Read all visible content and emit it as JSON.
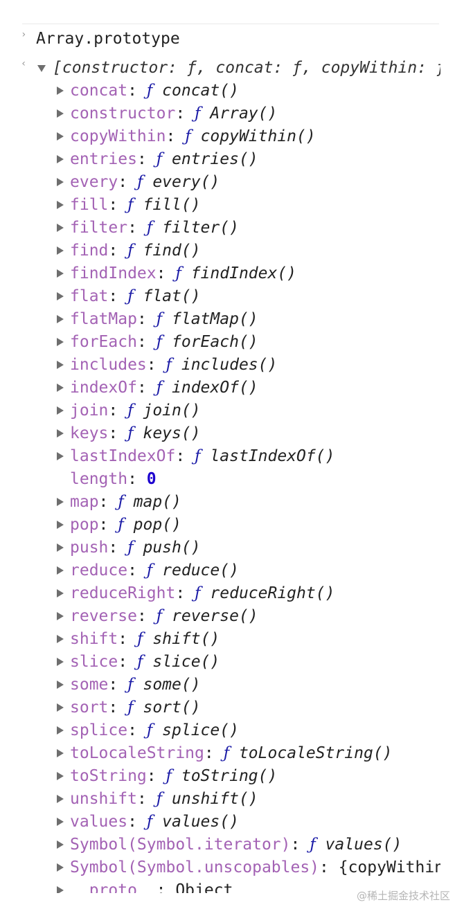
{
  "input": {
    "expression": "Array.prototype"
  },
  "result": {
    "summary": "[constructor: ƒ, concat: ƒ, copyWithin: ƒ, fill: ƒ, find: ƒ, …]"
  },
  "properties": [
    {
      "key": "concat",
      "kind": "function",
      "value": "concat()",
      "expandable": true
    },
    {
      "key": "constructor",
      "kind": "function",
      "value": "Array()",
      "expandable": true
    },
    {
      "key": "copyWithin",
      "kind": "function",
      "value": "copyWithin()",
      "expandable": true
    },
    {
      "key": "entries",
      "kind": "function",
      "value": "entries()",
      "expandable": true
    },
    {
      "key": "every",
      "kind": "function",
      "value": "every()",
      "expandable": true
    },
    {
      "key": "fill",
      "kind": "function",
      "value": "fill()",
      "expandable": true
    },
    {
      "key": "filter",
      "kind": "function",
      "value": "filter()",
      "expandable": true
    },
    {
      "key": "find",
      "kind": "function",
      "value": "find()",
      "expandable": true
    },
    {
      "key": "findIndex",
      "kind": "function",
      "value": "findIndex()",
      "expandable": true
    },
    {
      "key": "flat",
      "kind": "function",
      "value": "flat()",
      "expandable": true
    },
    {
      "key": "flatMap",
      "kind": "function",
      "value": "flatMap()",
      "expandable": true
    },
    {
      "key": "forEach",
      "kind": "function",
      "value": "forEach()",
      "expandable": true
    },
    {
      "key": "includes",
      "kind": "function",
      "value": "includes()",
      "expandable": true
    },
    {
      "key": "indexOf",
      "kind": "function",
      "value": "indexOf()",
      "expandable": true
    },
    {
      "key": "join",
      "kind": "function",
      "value": "join()",
      "expandable": true
    },
    {
      "key": "keys",
      "kind": "function",
      "value": "keys()",
      "expandable": true
    },
    {
      "key": "lastIndexOf",
      "kind": "function",
      "value": "lastIndexOf()",
      "expandable": true
    },
    {
      "key": "length",
      "kind": "number",
      "value": "0",
      "expandable": false
    },
    {
      "key": "map",
      "kind": "function",
      "value": "map()",
      "expandable": true
    },
    {
      "key": "pop",
      "kind": "function",
      "value": "pop()",
      "expandable": true
    },
    {
      "key": "push",
      "kind": "function",
      "value": "push()",
      "expandable": true
    },
    {
      "key": "reduce",
      "kind": "function",
      "value": "reduce()",
      "expandable": true
    },
    {
      "key": "reduceRight",
      "kind": "function",
      "value": "reduceRight()",
      "expandable": true
    },
    {
      "key": "reverse",
      "kind": "function",
      "value": "reverse()",
      "expandable": true
    },
    {
      "key": "shift",
      "kind": "function",
      "value": "shift()",
      "expandable": true
    },
    {
      "key": "slice",
      "kind": "function",
      "value": "slice()",
      "expandable": true
    },
    {
      "key": "some",
      "kind": "function",
      "value": "some()",
      "expandable": true
    },
    {
      "key": "sort",
      "kind": "function",
      "value": "sort()",
      "expandable": true
    },
    {
      "key": "splice",
      "kind": "function",
      "value": "splice()",
      "expandable": true
    },
    {
      "key": "toLocaleString",
      "kind": "function",
      "value": "toLocaleString()",
      "expandable": true
    },
    {
      "key": "toString",
      "kind": "function",
      "value": "toString()",
      "expandable": true
    },
    {
      "key": "unshift",
      "kind": "function",
      "value": "unshift()",
      "expandable": true
    },
    {
      "key": "values",
      "kind": "function",
      "value": "values()",
      "expandable": true
    },
    {
      "key": "Symbol(Symbol.iterator)",
      "kind": "function",
      "value": "values()",
      "expandable": true
    },
    {
      "key": "Symbol(Symbol.unscopables)",
      "kind": "object",
      "value": "{copyWithin: true, entries: true, fill: true, …}",
      "expandable": true
    },
    {
      "key": "__proto__",
      "kind": "plain",
      "value": "Object",
      "expandable": true
    }
  ],
  "function_glyph": "ƒ",
  "watermark": "@稀土掘金技术社区",
  "colors": {
    "property_key": "#a362b4",
    "function_glyph": "#1a1aa6",
    "number_value": "#1c00cf",
    "expand_triangle": "#6e6e6e"
  },
  "icons": {
    "collapsed": "triangle-right-icon",
    "expanded": "triangle-down-icon"
  }
}
